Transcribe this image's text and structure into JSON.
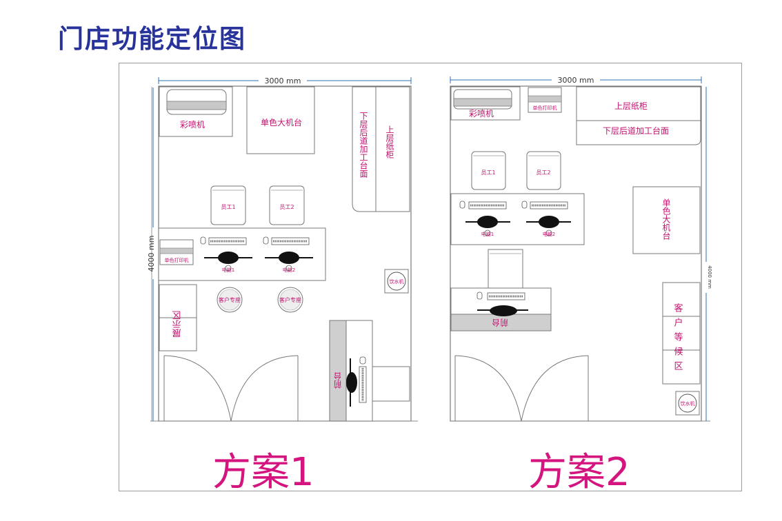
{
  "page": {
    "title": "门店功能定位图"
  },
  "plan1": {
    "dim_width": "3000 mm",
    "dim_height": "4000 mm",
    "color_printer": "彩喷机",
    "mono_plotter": "单色大机台",
    "lower_counter": "下层后道加工台面",
    "upper_cabinet": "上层纸柜",
    "staff1": "员工1",
    "staff2": "员工2",
    "pc1": "电脑1",
    "pc2": "电脑2",
    "mono_printer": "单色打印机",
    "guest_seat": "客户专座",
    "display_area": "展示区",
    "water": "饮水机",
    "reception": "前台",
    "scheme_label": "方案1"
  },
  "plan2": {
    "dim_width": "3000 mm",
    "dim_height": "4000 mm",
    "color_printer": "彩喷机",
    "mono_printer": "单色打印机",
    "upper_cabinet": "上层纸柜",
    "lower_counter": "下层后道加工台面",
    "staff1": "员工1",
    "staff2": "员工2",
    "pc1": "电脑1",
    "pc2": "电脑2",
    "mono_plotter": "单色大机台",
    "reception": "前台",
    "waiting_area": "客户等候区",
    "water": "饮水机",
    "scheme_label": "方案2"
  }
}
